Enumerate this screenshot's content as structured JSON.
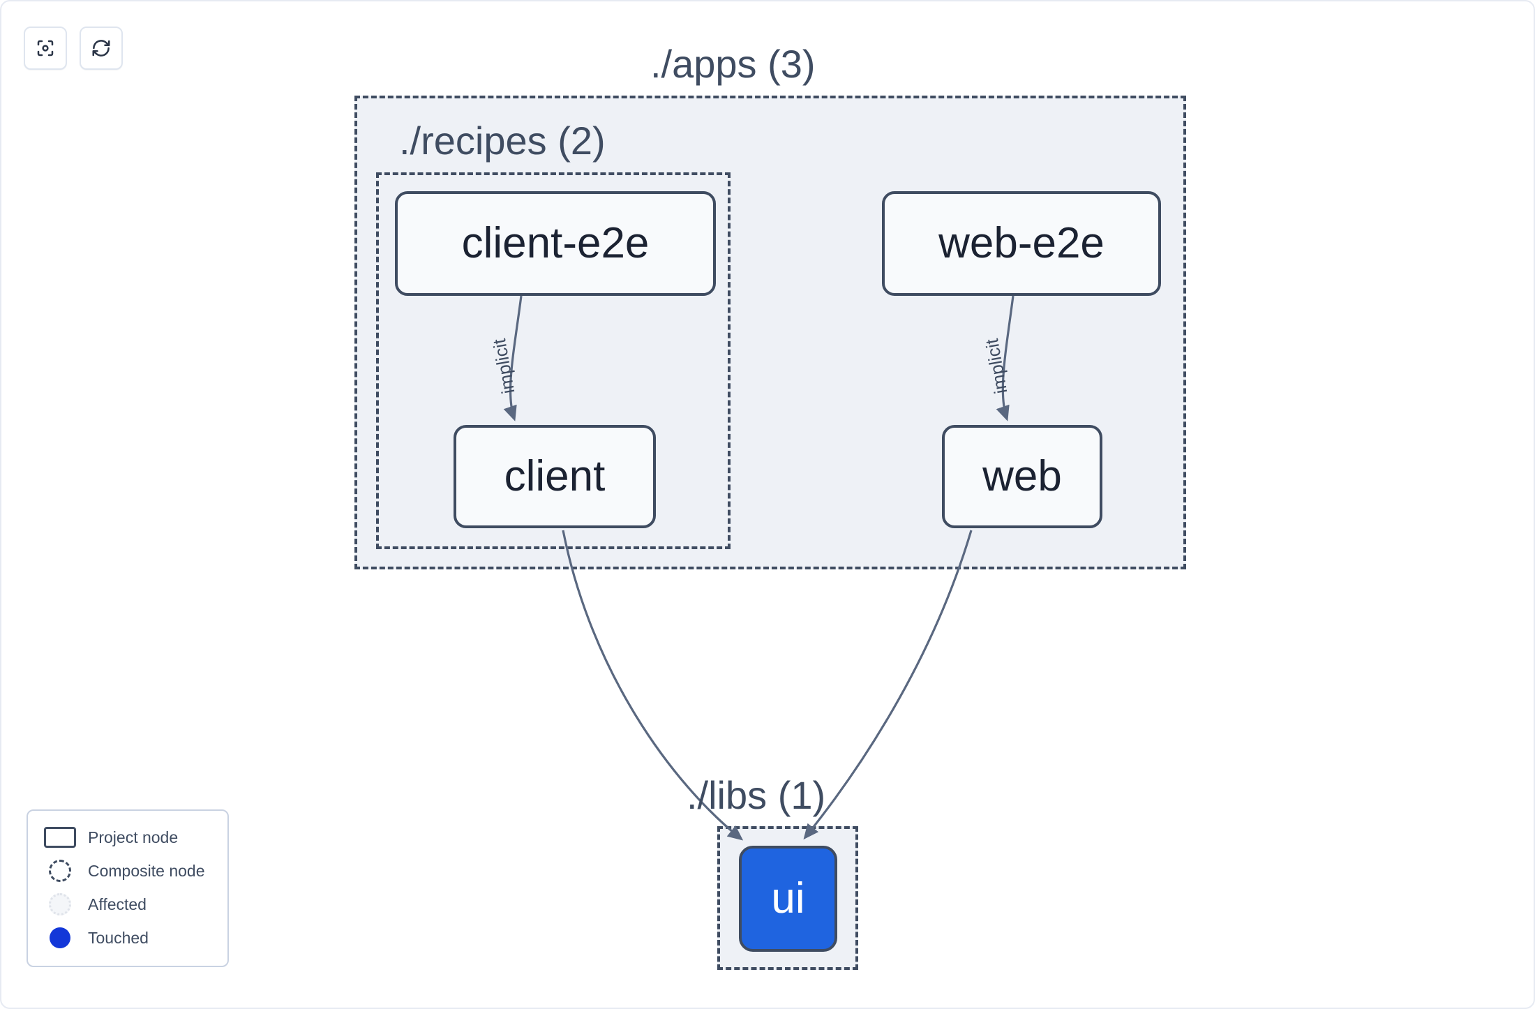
{
  "toolbar": {
    "buttons": [
      {
        "name": "focus-graph-button",
        "icon": "focus-target-icon",
        "label": ""
      },
      {
        "name": "refresh-graph-button",
        "icon": "refresh-sync-icon",
        "label": ""
      }
    ]
  },
  "graph": {
    "composites": [
      {
        "id": "apps",
        "label": "./apps (3)",
        "count": 3
      },
      {
        "id": "recipes",
        "label": "./recipes (2)",
        "count": 2
      },
      {
        "id": "libs",
        "label": "./libs (1)",
        "count": 1
      }
    ],
    "nodes": [
      {
        "id": "client-e2e",
        "label": "client-e2e",
        "state": "normal",
        "parent": "recipes"
      },
      {
        "id": "client",
        "label": "client",
        "state": "normal",
        "parent": "recipes"
      },
      {
        "id": "web-e2e",
        "label": "web-e2e",
        "state": "normal",
        "parent": "apps"
      },
      {
        "id": "web",
        "label": "web",
        "state": "normal",
        "parent": "apps"
      },
      {
        "id": "ui",
        "label": "ui",
        "state": "touched",
        "parent": "libs"
      }
    ],
    "edges": [
      {
        "source": "client-e2e",
        "target": "client",
        "label": "implicit"
      },
      {
        "source": "web-e2e",
        "target": "web",
        "label": "implicit"
      },
      {
        "source": "client",
        "target": "ui",
        "label": ""
      },
      {
        "source": "web",
        "target": "ui",
        "label": ""
      }
    ]
  },
  "legend": {
    "items": [
      {
        "swatch": "project-node-swatch",
        "label": "Project node"
      },
      {
        "swatch": "composite-node-swatch",
        "label": "Composite node"
      },
      {
        "swatch": "affected-swatch",
        "label": "Affected"
      },
      {
        "swatch": "touched-swatch",
        "label": "Touched"
      }
    ]
  },
  "colors": {
    "touched": "#1337d8",
    "node_border": "#3f4c61",
    "composite_fill": "#eef1f6",
    "node_fill": "#f8fafc",
    "touched_node_fill": "#1f64e0",
    "edge": "#5a6880",
    "canvas": "#ffffff"
  }
}
